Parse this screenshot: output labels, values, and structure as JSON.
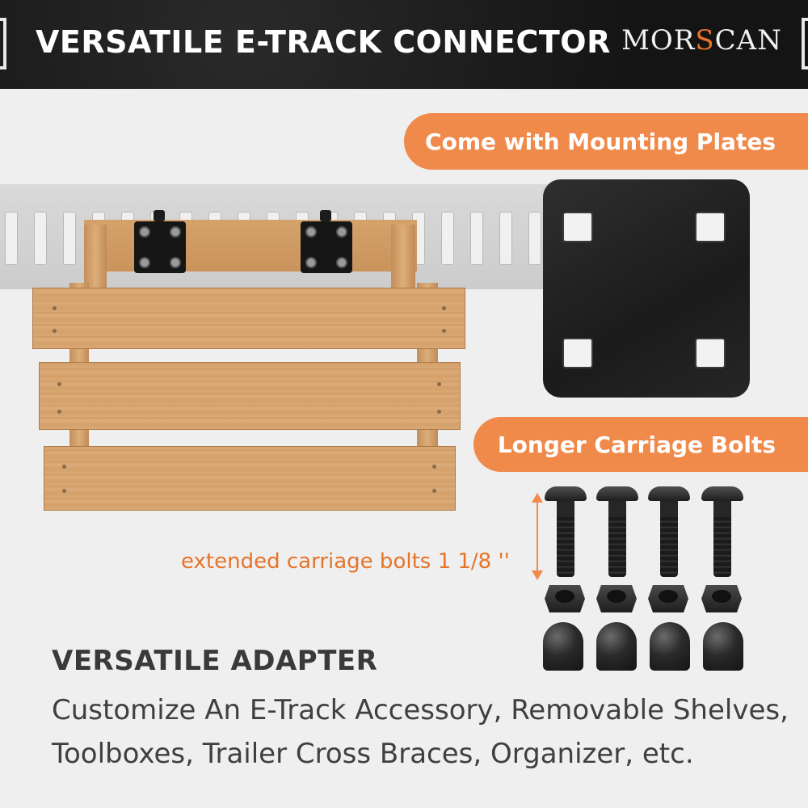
{
  "header": {
    "title": "VERSATILE E-TRACK CONNECTOR",
    "brand_prefix": "M",
    "brand_mid": "OR",
    "brand_accent": "S",
    "brand_suffix": "CAN"
  },
  "features": {
    "mounting_plates_label": "Come with Mounting Plates",
    "carriage_bolts_label": "Longer Carriage Bolts",
    "dimension_label": "extended carriage bolts 1 1/8 ''"
  },
  "adapter": {
    "title": "VERSATILE ADAPTER",
    "description_lines": [
      "Customize An E-Track Accessory, Removable Shelves,",
      "Toolboxes, Trailer Cross Braces, Organizer, etc."
    ]
  },
  "colors": {
    "accent_orange": "#f08a4b",
    "header_bg": "#141414",
    "background": "#efefef"
  },
  "icons": [
    "crate-icon",
    "e-track-rail-icon",
    "mounting-plate-icon",
    "carriage-bolt-icon",
    "hex-nut-icon",
    "cap-nut-icon"
  ]
}
